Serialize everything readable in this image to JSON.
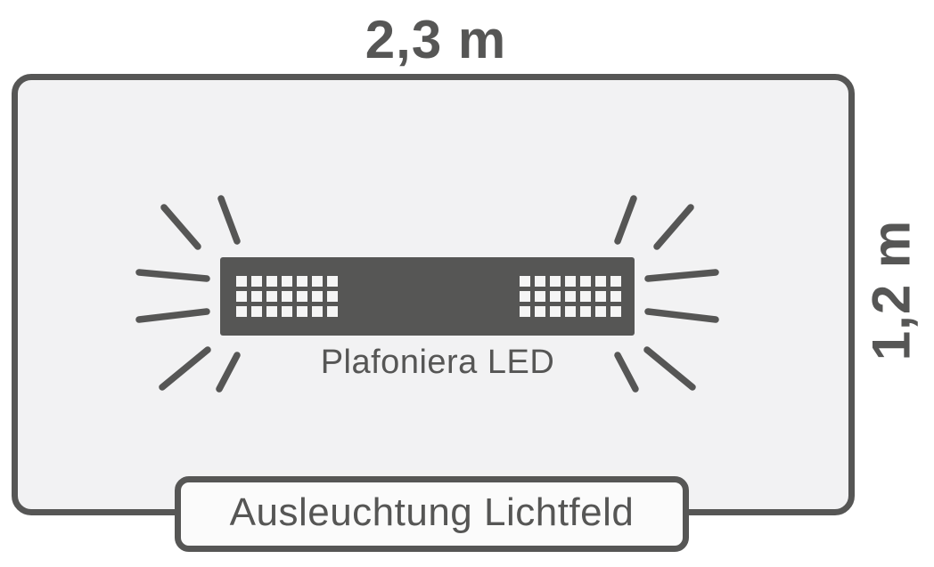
{
  "diagram": {
    "width_label": "2,3 m",
    "height_label": "1,2 m",
    "lamp_label": "Plafoniera LED",
    "caption": "Ausleuchtung Lichtfeld"
  },
  "fixture": {
    "type": "led-ceiling-panel",
    "dot_grid": {
      "rows": 3,
      "cols": 7,
      "panels": 2
    },
    "rays_per_side": 6
  },
  "colors": {
    "ink": "#565655",
    "room_fill": "#f2f2f3",
    "caption_fill": "#fbfbfb",
    "led_dot": "#f5f5f5",
    "page_background": "#ffffff"
  }
}
